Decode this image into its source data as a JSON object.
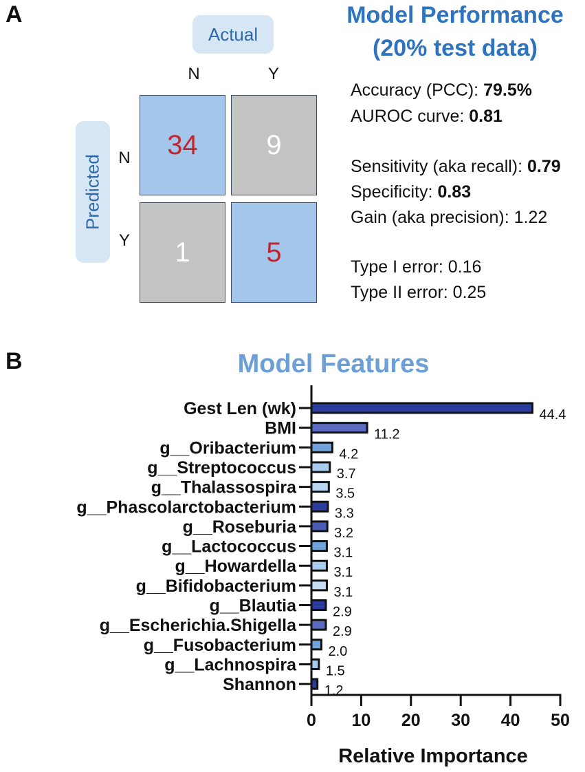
{
  "panel_a": {
    "letter": "A",
    "actual_label": "Actual",
    "predicted_label": "Predicted",
    "col_labels": [
      "N",
      "Y"
    ],
    "row_labels": [
      "N",
      "Y"
    ],
    "cells": [
      [
        "34",
        "9"
      ],
      [
        "1",
        "5"
      ]
    ],
    "title_line1": "Model Performance",
    "title_line2": "(20% test data)",
    "metrics": [
      {
        "label": "Accuracy (PCC): ",
        "value": "79.5%",
        "bold": true
      },
      {
        "label": "AUROC curve: ",
        "value": "0.81",
        "bold": true
      },
      {
        "label": "Sensitivity (aka recall): ",
        "value": "0.79",
        "bold": true
      },
      {
        "label": "Specificity: ",
        "value": "0.83",
        "bold": true
      },
      {
        "label": "Gain (aka precision): ",
        "value": "1.22",
        "bold": false
      },
      {
        "label": "Type I error: ",
        "value": "0.16",
        "bold": false
      },
      {
        "label": "Type II error: ",
        "value": "0.25",
        "bold": false
      }
    ],
    "colors": {
      "blue_cell": "#a4c6ea",
      "grey_cell": "#c3c3c3",
      "red_text": "#c0262d",
      "title": "#2e73bd"
    }
  },
  "panel_b": {
    "letter": "B",
    "title": "Model Features"
  },
  "chart_data": {
    "type": "bar",
    "orientation": "horizontal",
    "title": "Model Features",
    "xlabel": "Relative Importance",
    "ylabel": "",
    "xlim": [
      0,
      50
    ],
    "xticks": [
      0,
      10,
      20,
      30,
      40,
      50
    ],
    "categories": [
      "Gest Len (wk)",
      "BMI",
      "g__Oribacterium",
      "g__Streptococcus",
      "g__Thalassospira",
      "g__Phascolarctobacterium",
      "g__Roseburia",
      "g__Lactococcus",
      "g__Howardella",
      "g__Bifidobacterium",
      "g__Blautia",
      "g__Escherichia.Shigella",
      "g__Fusobacterium",
      "g__Lachnospira",
      "Shannon"
    ],
    "values": [
      44.4,
      11.2,
      4.2,
      3.7,
      3.5,
      3.3,
      3.2,
      3.1,
      3.1,
      3.1,
      2.9,
      2.9,
      2.0,
      1.5,
      1.2
    ],
    "value_labels": [
      "44.4",
      "11.2",
      "4.2",
      "3.7",
      "3.5",
      "3.3",
      "3.2",
      "3.1",
      "3.1",
      "3.1",
      "2.9",
      "2.9",
      "2.0",
      "1.5",
      "1.2"
    ],
    "bar_colors": [
      "#2a3d9c",
      "#5b6cc0",
      "#6fa3dc",
      "#a9cdf0",
      "#b9d7f2",
      "#2a3d9c",
      "#4a5cb8",
      "#6fa3dc",
      "#a9cdf0",
      "#c6def3",
      "#2a3d9c",
      "#5b6cc0",
      "#6fa3dc",
      "#a9cdf0",
      "#2a3d9c"
    ],
    "grid": false
  }
}
